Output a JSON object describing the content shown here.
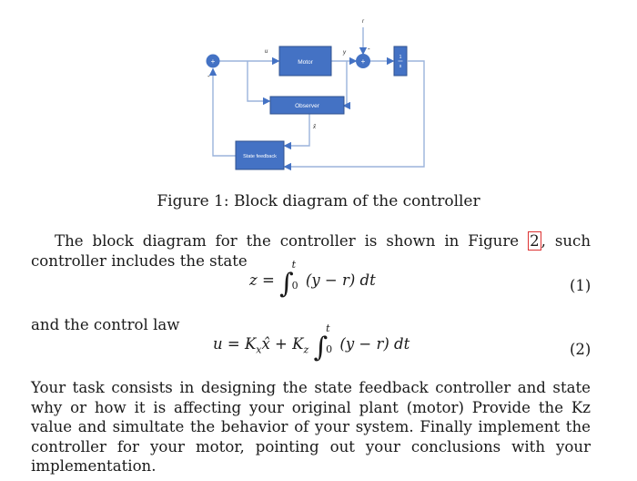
{
  "diagram": {
    "motor_label": "Motor",
    "observer_label": "Observer",
    "state_feedback_label": "State feedback",
    "signal_u": "u",
    "signal_y": "y",
    "signal_r": "r",
    "signal_xhat": "x̂",
    "sum1_sign_plus": "+",
    "sum1_sign_minus": "-",
    "sum2_sign_minus": "-",
    "integrator_top": "1",
    "integrator_bottom": "s",
    "accent_color": "#4472c4",
    "line_color": "#9bb3dc"
  },
  "caption": "Figure 1: Block diagram of the controller",
  "intro_text_1": "The block diagram for the controller is shown in Figure ",
  "intro_ref": "2",
  "intro_text_2": ", such controller includes the state",
  "eq1": {
    "lhs": "z =",
    "upper": "t",
    "lower": "0",
    "body": "(y − r) dt",
    "number": "(1)"
  },
  "control_law_text": "and the control law",
  "eq2": {
    "lhs": "u = K",
    "x_sub": "x",
    "xhat": "x̂ + K",
    "z_sub": "z",
    "upper": "t",
    "lower": "0",
    "body": "(y − r) dt",
    "number": "(2)"
  },
  "task_text": "Your task consists in designing the state feedback controller and state why or how it is affecting your original plant (motor) Provide the Kz value and simultate the behavior of your system. Finally implement the controller for your motor, pointing out your conclusions with your implementation."
}
